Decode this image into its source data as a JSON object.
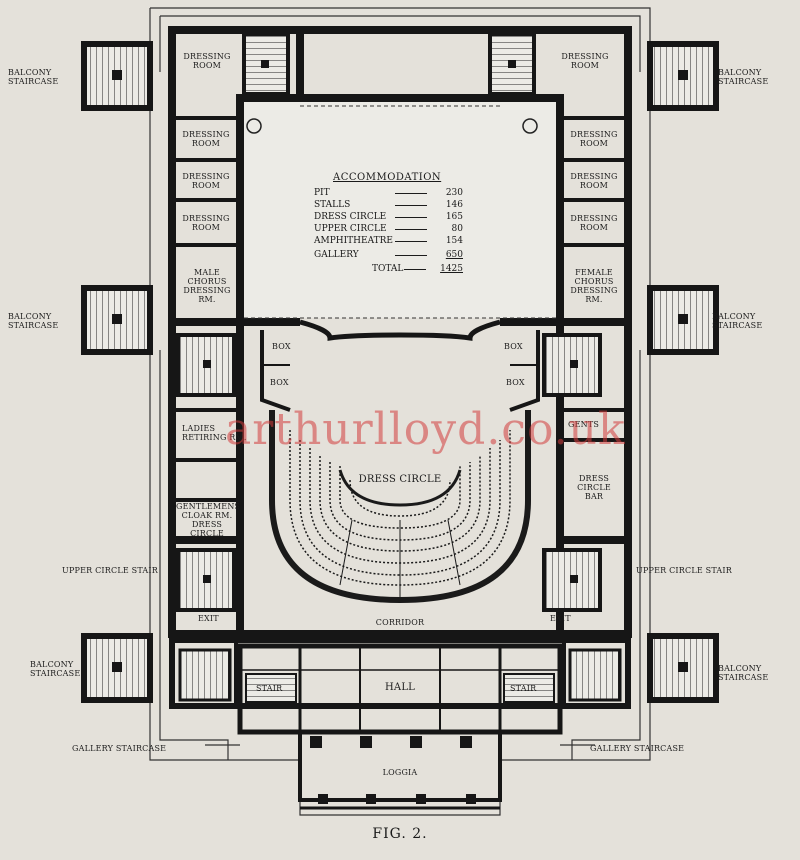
{
  "accommodation": {
    "title": "ACCOMMODATION",
    "rows": [
      {
        "name": "PIT",
        "value": "230"
      },
      {
        "name": "STALLS",
        "value": "146"
      },
      {
        "name": "DRESS CIRCLE",
        "value": "165"
      },
      {
        "name": "UPPER CIRCLE",
        "value": "80"
      },
      {
        "name": "AMPHITHEATRE",
        "value": "154"
      },
      {
        "name": "GALLERY",
        "value": "650"
      }
    ],
    "total_label": "TOTAL",
    "total_value": "1425"
  },
  "labels": {
    "balcony_staircase_tl": "BALCONY\nSTAIRCASE",
    "balcony_staircase_tr": "BALCONY\nSTAIRCASE",
    "balcony_staircase_ml": "BALCONY\nSTAIRCASE",
    "balcony_staircase_mr": "BALCONY\nSTAIRCASE",
    "balcony_staircase_bl": "BALCONY\nSTAIRCASE",
    "balcony_staircase_br": "BALCONY\nSTAIRCASE",
    "dressing_room_l1": "DRESSING\nROOM",
    "dressing_room_l2": "DRESSING\nROOM",
    "dressing_room_l3": "DRESSING\nROOM",
    "dressing_room_l4": "DRESSING\nROOM",
    "dressing_room_r1": "DRESSING\nROOM",
    "dressing_room_r2": "DRESSING\nROOM",
    "dressing_room_r3": "DRESSING\nROOM",
    "dressing_room_r4": "DRESSING\nROOM",
    "male_dressing": "MALE CHORUS\nDRESSING RM.",
    "female_dressing": "FEMALE CHORUS\nDRESSING RM.",
    "box_l1": "BOX",
    "box_l2": "BOX",
    "box_r1": "BOX",
    "box_r2": "BOX",
    "ladies": "LADIES\nRETIRING RM.",
    "gents": "GENTS",
    "dress_circle": "DRESS CIRCLE",
    "dress_circle_bar": "DRESS CIRCLE\nBAR",
    "gentlemens_cloak": "GENTLEMENS\nCLOAK RM.\nDRESS CIRCLE",
    "upper_circle_stair_l": "UPPER CIRCLE STAIR",
    "upper_circle_stair_r": "UPPER CIRCLE STAIR",
    "exit_l": "EXIT",
    "exit_r": "EXIT",
    "corridor": "CORRIDOR",
    "stair_l": "STAIR",
    "stair_r": "STAIR",
    "hall": "HALL",
    "gallery_staircase_l": "GALLERY STAIRCASE",
    "gallery_staircase_r": "GALLERY STAIRCASE",
    "loggia": "LOGGIA"
  },
  "watermark": "arthurlloyd.co.uk",
  "caption": "FIG. 2."
}
